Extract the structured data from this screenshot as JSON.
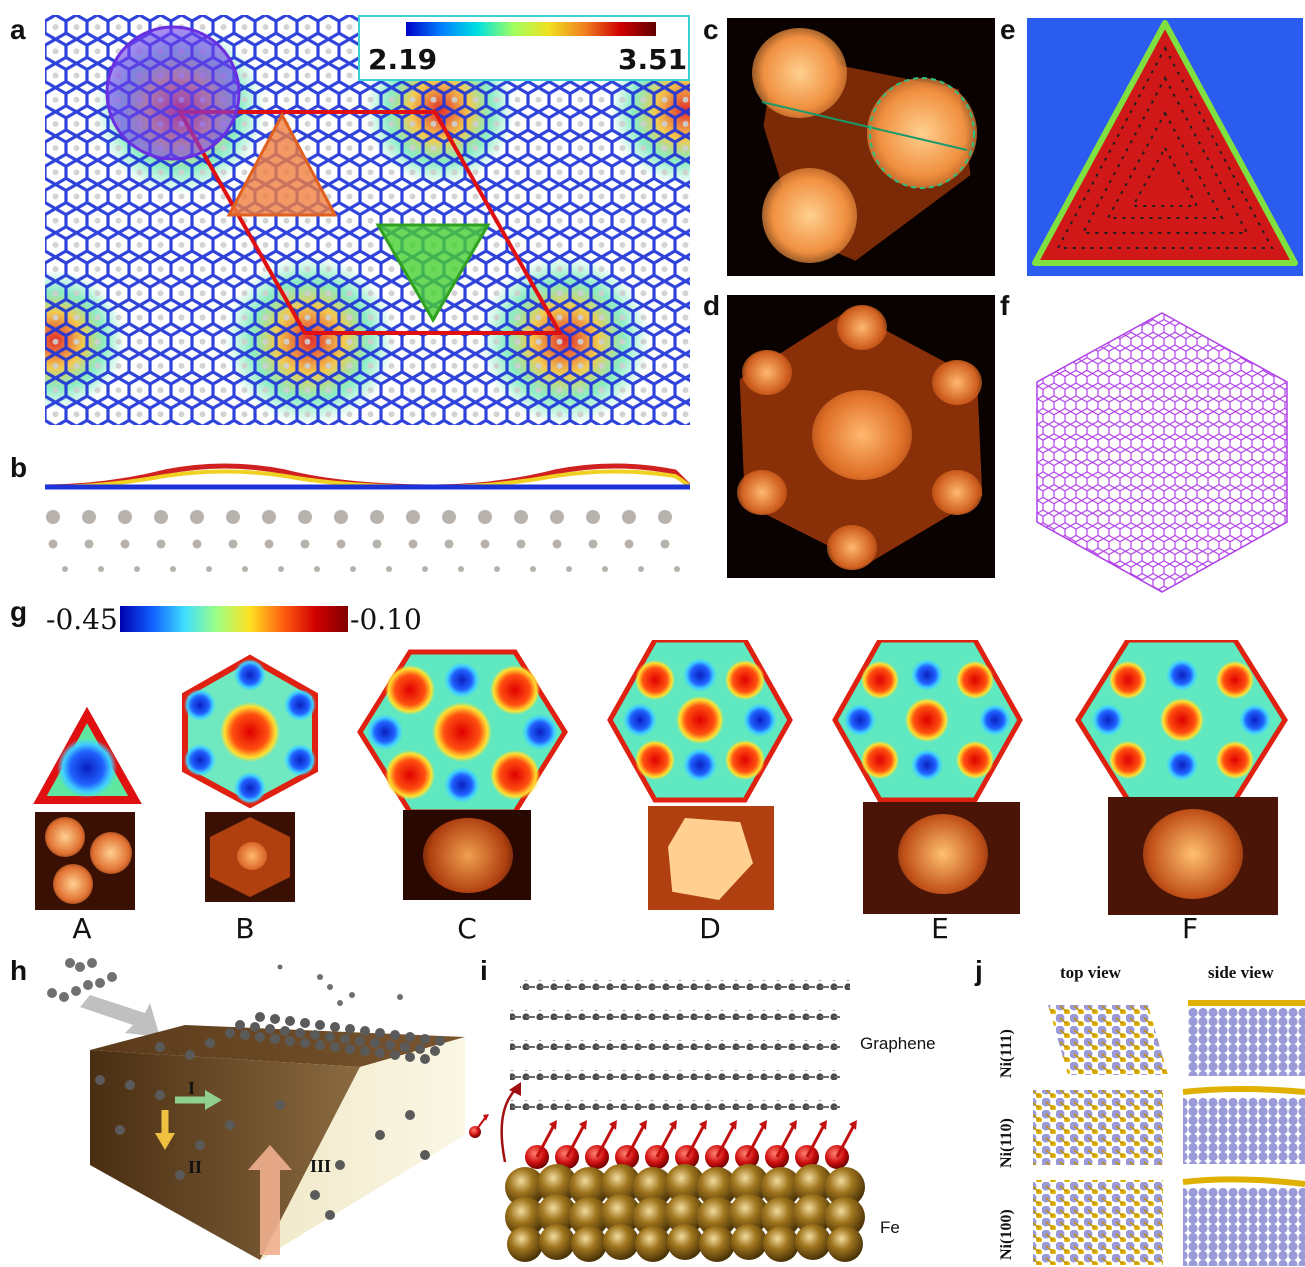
{
  "panels": {
    "a": "a",
    "b": "b",
    "c": "c",
    "d": "d",
    "e": "e",
    "f": "f",
    "g": "g",
    "h": "h",
    "i": "i",
    "j": "j"
  },
  "panel_a": {
    "scale_min": "2.19",
    "scale_max": "3.51",
    "colors": {
      "lattice": "#1a2fd6",
      "rhombus": "#e01010",
      "circle": "#7a3ff0",
      "up_triangle": "#f08040",
      "down_triangle": "#46d030"
    }
  },
  "panel_g": {
    "scale_min": "-0.45",
    "scale_max": "-0.10",
    "labels": [
      "A",
      "B",
      "C",
      "D",
      "E",
      "F"
    ]
  },
  "panel_h": {
    "labels": [
      "I",
      "II",
      "III"
    ]
  },
  "panel_i": {
    "graphene_label": "Graphene",
    "fe_label": "Fe"
  },
  "panel_j": {
    "col_top": "top view",
    "col_side": "side view",
    "rows": [
      "Ni(111)",
      "Ni(110)",
      "Ni(100)"
    ]
  }
}
